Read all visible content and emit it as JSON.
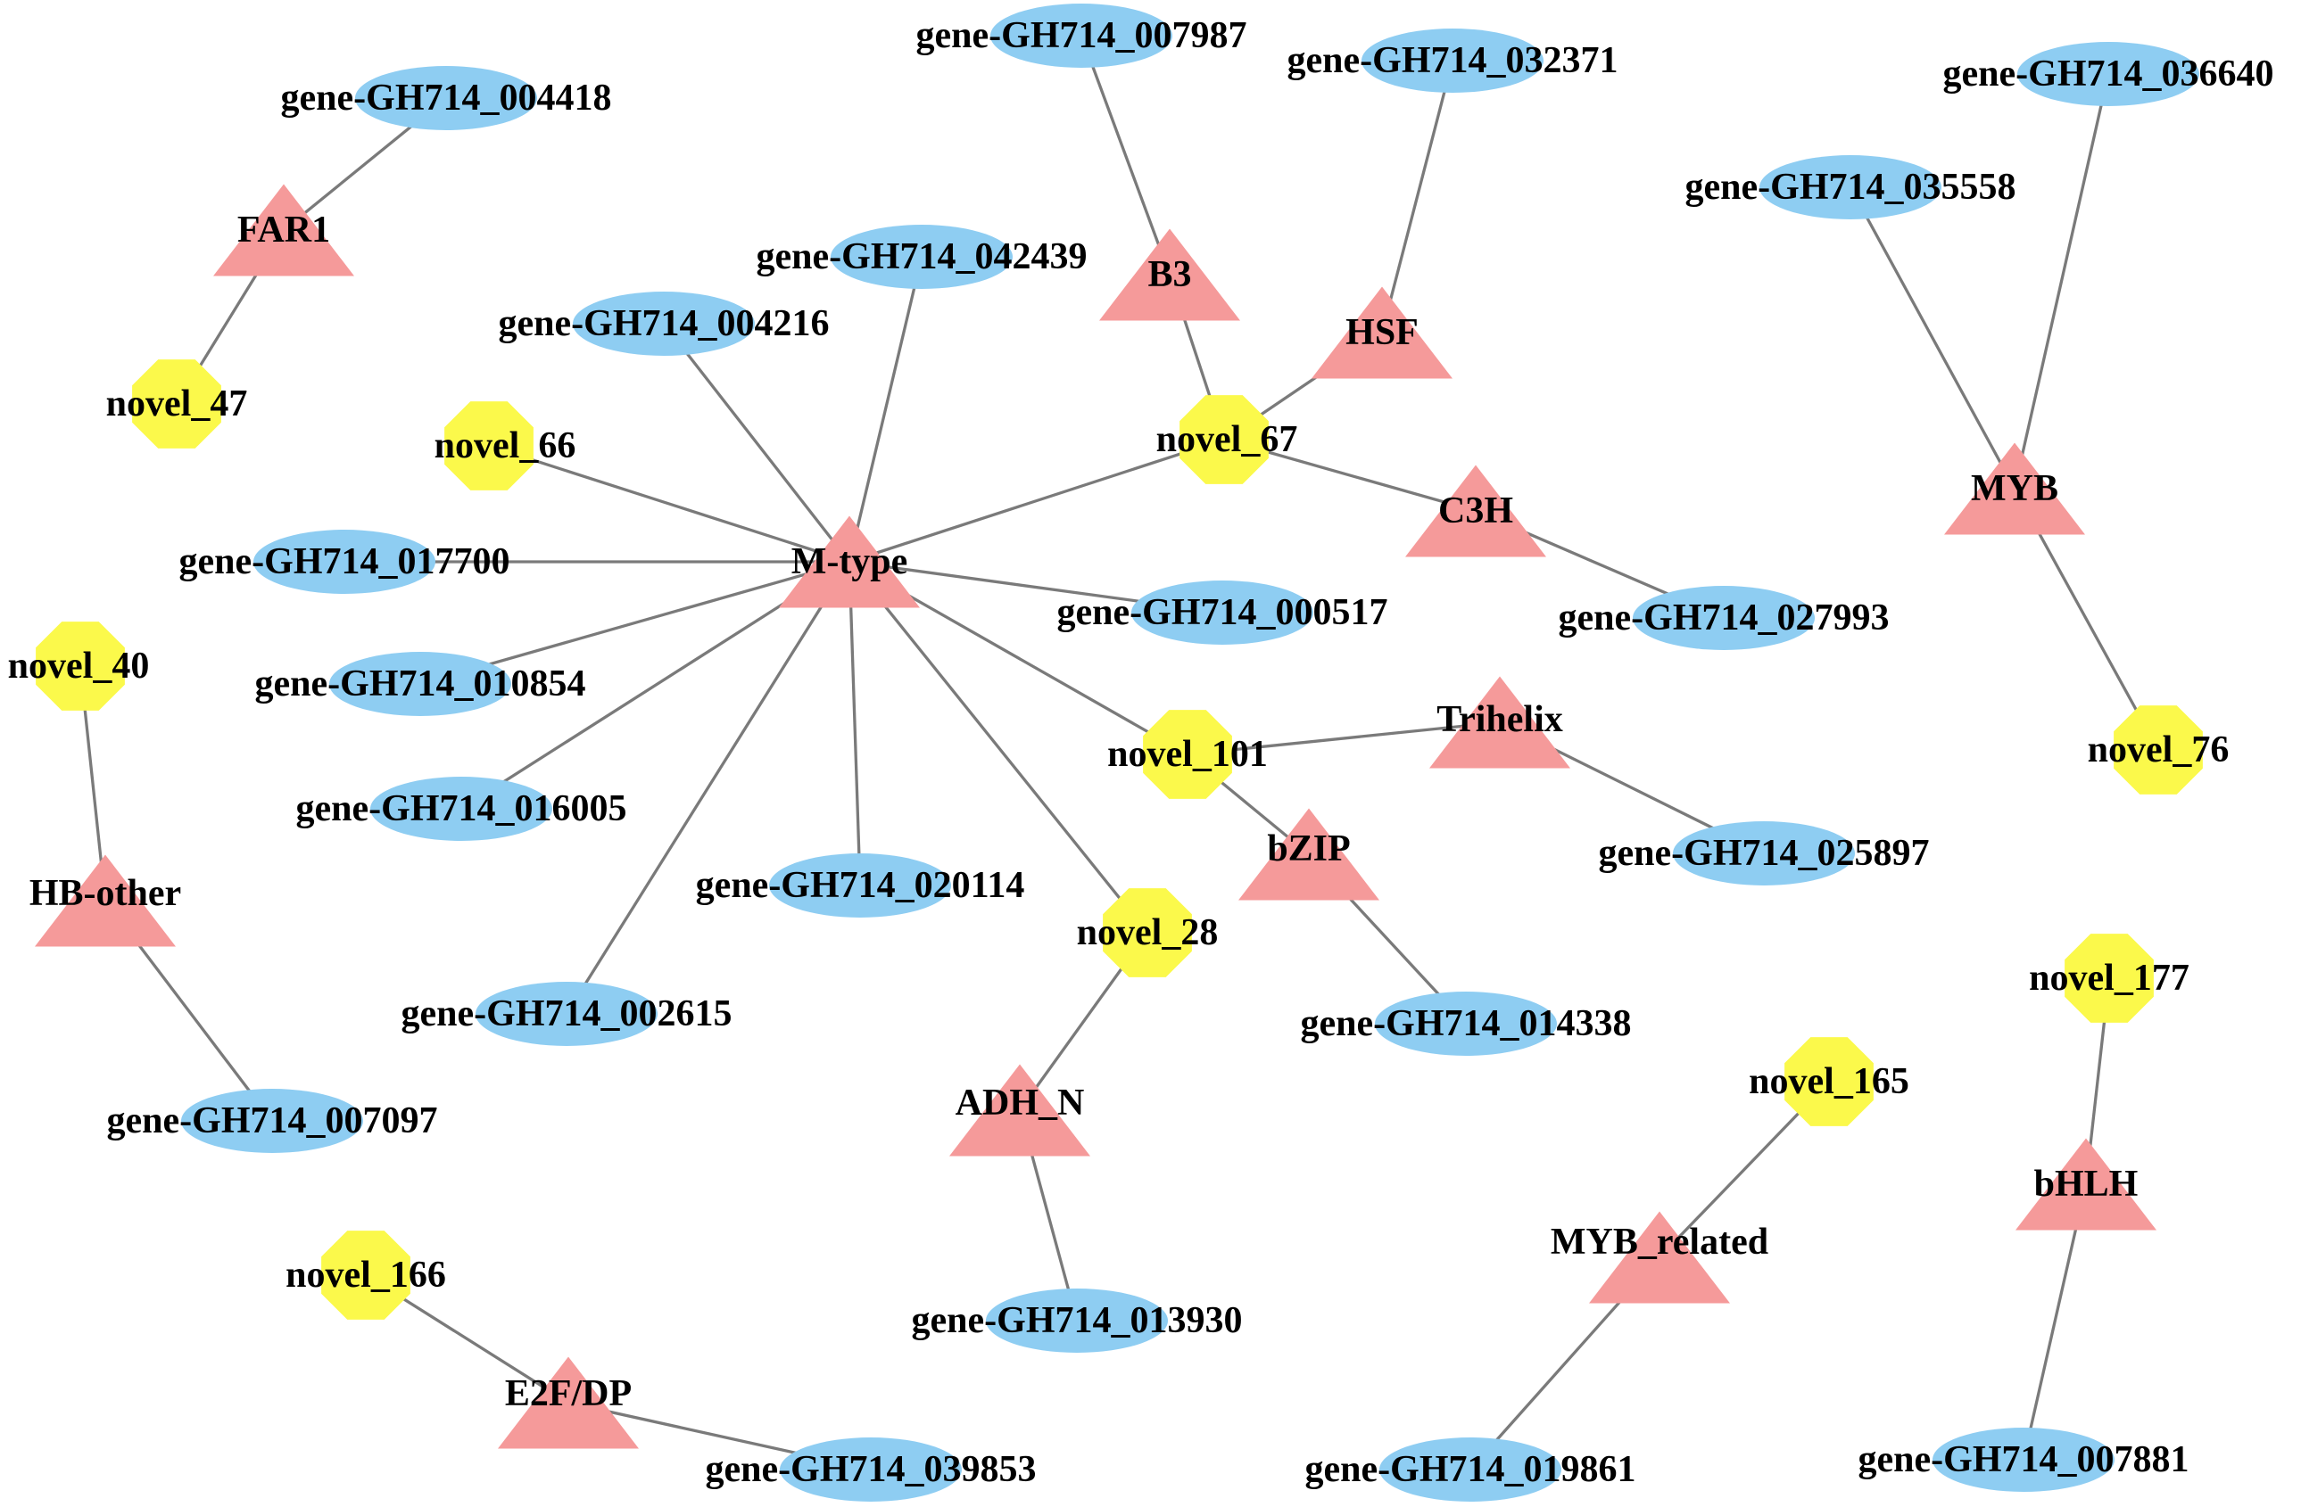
{
  "node_types": {
    "tf": {
      "shape": "triangle",
      "color": "#f59a9a"
    },
    "gene": {
      "shape": "ellipse",
      "color": "#8ecdf2"
    },
    "mirna": {
      "shape": "octagon",
      "color": "#fbf94b"
    }
  },
  "edge_color": "#7a7a7a",
  "nodes": [
    {
      "id": "FAR1",
      "label": "FAR1",
      "type": "tf"
    },
    {
      "id": "B3",
      "label": "B3",
      "type": "tf"
    },
    {
      "id": "HSF",
      "label": "HSF",
      "type": "tf"
    },
    {
      "id": "MYB",
      "label": "MYB",
      "type": "tf"
    },
    {
      "id": "M-type",
      "label": "M-type",
      "type": "tf"
    },
    {
      "id": "C3H",
      "label": "C3H",
      "type": "tf"
    },
    {
      "id": "Trihelix",
      "label": "Trihelix",
      "type": "tf"
    },
    {
      "id": "bZIP",
      "label": "bZIP",
      "type": "tf"
    },
    {
      "id": "HB-other",
      "label": "HB-other",
      "type": "tf"
    },
    {
      "id": "ADH_N",
      "label": "ADH_N",
      "type": "tf"
    },
    {
      "id": "MYB_related",
      "label": "MYB_related",
      "type": "tf"
    },
    {
      "id": "bHLH",
      "label": "bHLH",
      "type": "tf"
    },
    {
      "id": "E2F/DP",
      "label": "E2F/DP",
      "type": "tf"
    },
    {
      "id": "novel_47",
      "label": "novel_47",
      "type": "mirna"
    },
    {
      "id": "novel_66",
      "label": "novel_66",
      "type": "mirna"
    },
    {
      "id": "novel_67",
      "label": "novel_67",
      "type": "mirna"
    },
    {
      "id": "novel_40",
      "label": "novel_40",
      "type": "mirna"
    },
    {
      "id": "novel_101",
      "label": "novel_101",
      "type": "mirna"
    },
    {
      "id": "novel_76",
      "label": "novel_76",
      "type": "mirna"
    },
    {
      "id": "novel_28",
      "label": "novel_28",
      "type": "mirna"
    },
    {
      "id": "novel_177",
      "label": "novel_177",
      "type": "mirna"
    },
    {
      "id": "novel_165",
      "label": "novel_165",
      "type": "mirna"
    },
    {
      "id": "novel_166",
      "label": "novel_166",
      "type": "mirna"
    },
    {
      "id": "gene-GH714_004418",
      "label": "gene-GH714_004418",
      "type": "gene"
    },
    {
      "id": "gene-GH714_007987",
      "label": "gene-GH714_007987",
      "type": "gene"
    },
    {
      "id": "gene-GH714_032371",
      "label": "gene-GH714_032371",
      "type": "gene"
    },
    {
      "id": "gene-GH714_036640",
      "label": "gene-GH714_036640",
      "type": "gene"
    },
    {
      "id": "gene-GH714_035558",
      "label": "gene-GH714_035558",
      "type": "gene"
    },
    {
      "id": "gene-GH714_042439",
      "label": "gene-GH714_042439",
      "type": "gene"
    },
    {
      "id": "gene-GH714_004216",
      "label": "gene-GH714_004216",
      "type": "gene"
    },
    {
      "id": "gene-GH714_017700",
      "label": "gene-GH714_017700",
      "type": "gene"
    },
    {
      "id": "gene-GH714_000517",
      "label": "gene-GH714_000517",
      "type": "gene"
    },
    {
      "id": "gene-GH714_027993",
      "label": "gene-GH714_027993",
      "type": "gene"
    },
    {
      "id": "gene-GH714_010854",
      "label": "gene-GH714_010854",
      "type": "gene"
    },
    {
      "id": "gene-GH714_016005",
      "label": "gene-GH714_016005",
      "type": "gene"
    },
    {
      "id": "gene-GH714_025897",
      "label": "gene-GH714_025897",
      "type": "gene"
    },
    {
      "id": "gene-GH714_020114",
      "label": "gene-GH714_020114",
      "type": "gene"
    },
    {
      "id": "gene-GH714_002615",
      "label": "gene-GH714_002615",
      "type": "gene"
    },
    {
      "id": "gene-GH714_014338",
      "label": "gene-GH714_014338",
      "type": "gene"
    },
    {
      "id": "gene-GH714_007097",
      "label": "gene-GH714_007097",
      "type": "gene"
    },
    {
      "id": "gene-GH714_013930",
      "label": "gene-GH714_013930",
      "type": "gene"
    },
    {
      "id": "gene-GH714_039853",
      "label": "gene-GH714_039853",
      "type": "gene"
    },
    {
      "id": "gene-GH714_019861",
      "label": "gene-GH714_019861",
      "type": "gene"
    },
    {
      "id": "gene-GH714_007881",
      "label": "gene-GH714_007881",
      "type": "gene"
    }
  ],
  "edges": [
    [
      "FAR1",
      "gene-GH714_004418"
    ],
    [
      "FAR1",
      "novel_47"
    ],
    [
      "B3",
      "gene-GH714_007987"
    ],
    [
      "B3",
      "novel_67"
    ],
    [
      "HSF",
      "gene-GH714_032371"
    ],
    [
      "HSF",
      "novel_67"
    ],
    [
      "MYB",
      "gene-GH714_036640"
    ],
    [
      "MYB",
      "gene-GH714_035558"
    ],
    [
      "MYB",
      "novel_76"
    ],
    [
      "M-type",
      "gene-GH714_042439"
    ],
    [
      "M-type",
      "gene-GH714_004216"
    ],
    [
      "M-type",
      "novel_66"
    ],
    [
      "M-type",
      "gene-GH714_017700"
    ],
    [
      "M-type",
      "gene-GH714_010854"
    ],
    [
      "M-type",
      "gene-GH714_016005"
    ],
    [
      "M-type",
      "gene-GH714_002615"
    ],
    [
      "M-type",
      "gene-GH714_020114"
    ],
    [
      "M-type",
      "novel_28"
    ],
    [
      "M-type",
      "novel_101"
    ],
    [
      "M-type",
      "gene-GH714_000517"
    ],
    [
      "M-type",
      "novel_67"
    ],
    [
      "C3H",
      "novel_67"
    ],
    [
      "C3H",
      "gene-GH714_027993"
    ],
    [
      "Trihelix",
      "novel_101"
    ],
    [
      "Trihelix",
      "gene-GH714_025897"
    ],
    [
      "bZIP",
      "novel_101"
    ],
    [
      "bZIP",
      "gene-GH714_014338"
    ],
    [
      "HB-other",
      "novel_40"
    ],
    [
      "HB-other",
      "gene-GH714_007097"
    ],
    [
      "ADH_N",
      "novel_28"
    ],
    [
      "ADH_N",
      "gene-GH714_013930"
    ],
    [
      "E2F/DP",
      "novel_166"
    ],
    [
      "E2F/DP",
      "gene-GH714_039853"
    ],
    [
      "MYB_related",
      "novel_165"
    ],
    [
      "MYB_related",
      "gene-GH714_019861"
    ],
    [
      "bHLH",
      "novel_177"
    ],
    [
      "bHLH",
      "gene-GH714_007881"
    ]
  ]
}
